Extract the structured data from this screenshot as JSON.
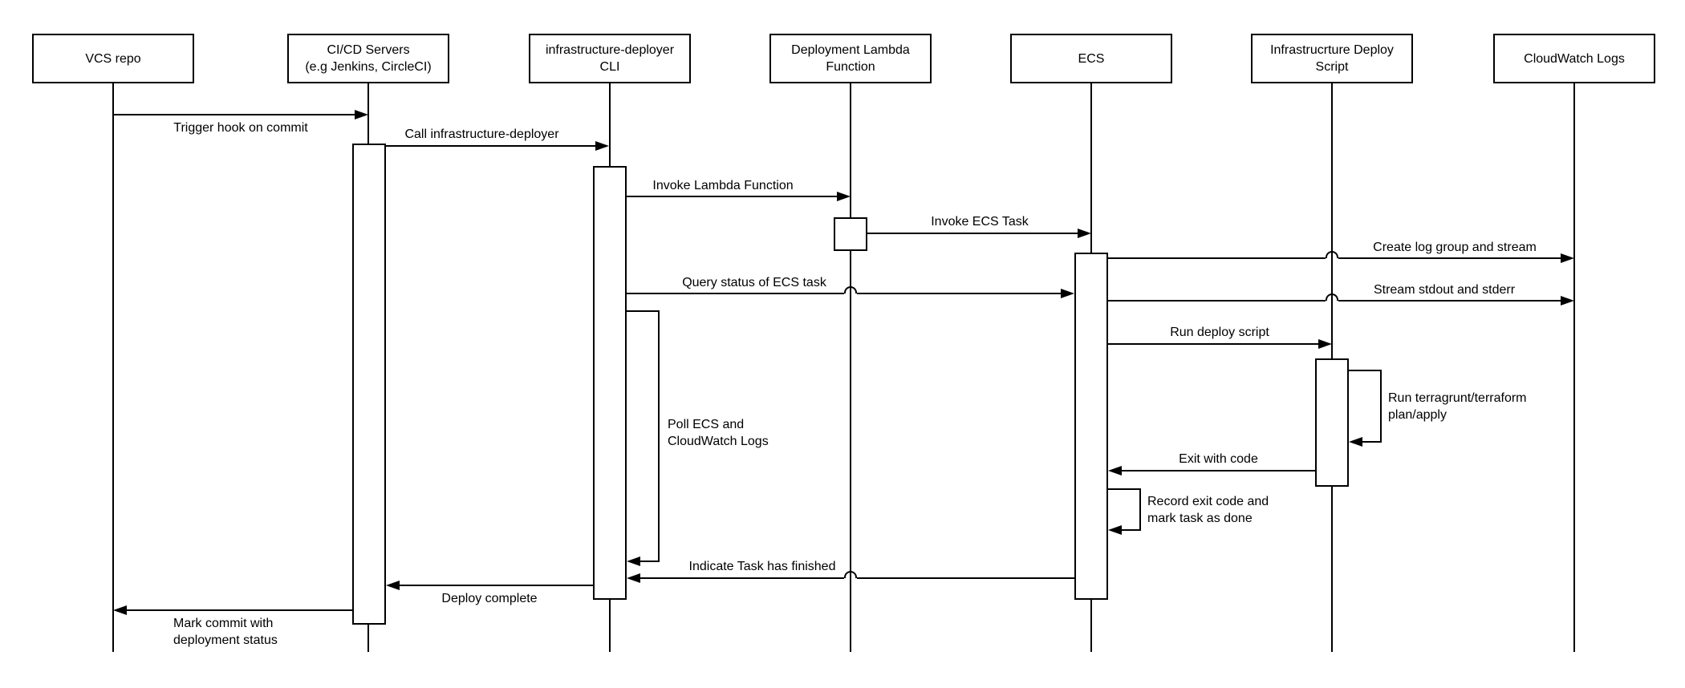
{
  "actors": {
    "vcs": {
      "line1": "VCS repo"
    },
    "cicd": {
      "line1": "CI/CD Servers",
      "line2": "(e.g Jenkins, CircleCI)"
    },
    "infra": {
      "line1": "infrastructure-deployer",
      "line2": "CLI"
    },
    "lambda": {
      "line1": "Deployment Lambda",
      "line2": "Function"
    },
    "ecs": {
      "line1": "ECS"
    },
    "deploy": {
      "line1": "Infrastrucrture Deploy",
      "line2": "Script"
    },
    "cw": {
      "line1": "CloudWatch Logs"
    }
  },
  "messages": {
    "trigger": {
      "label": "Trigger hook on commit"
    },
    "call": {
      "label": "Call infrastructure-deployer"
    },
    "invoke_lambda": {
      "label": "Invoke Lambda Function"
    },
    "invoke_ecs": {
      "label": "Invoke ECS Task"
    },
    "create_log": {
      "label": "Create log group and stream"
    },
    "query_status": {
      "label": "Query status of ECS task"
    },
    "stream_stdout": {
      "label": "Stream stdout and stderr"
    },
    "run_deploy": {
      "label": "Run deploy script"
    },
    "terragrunt": {
      "line1": "Run terragrunt/terraform",
      "line2": "plan/apply"
    },
    "exit_code": {
      "label": "Exit with code"
    },
    "record_exit": {
      "line1": "Record exit code and",
      "line2": "mark task as done"
    },
    "poll": {
      "line1": "Poll ECS and",
      "line2": "CloudWatch Logs"
    },
    "indicate": {
      "label": "Indicate Task has finished"
    },
    "deploy_complete": {
      "label": "Deploy complete"
    },
    "mark_commit": {
      "line1": "Mark commit with",
      "line2": "deployment status"
    }
  },
  "colors": {
    "line": "#000000",
    "background": "#ffffff"
  }
}
